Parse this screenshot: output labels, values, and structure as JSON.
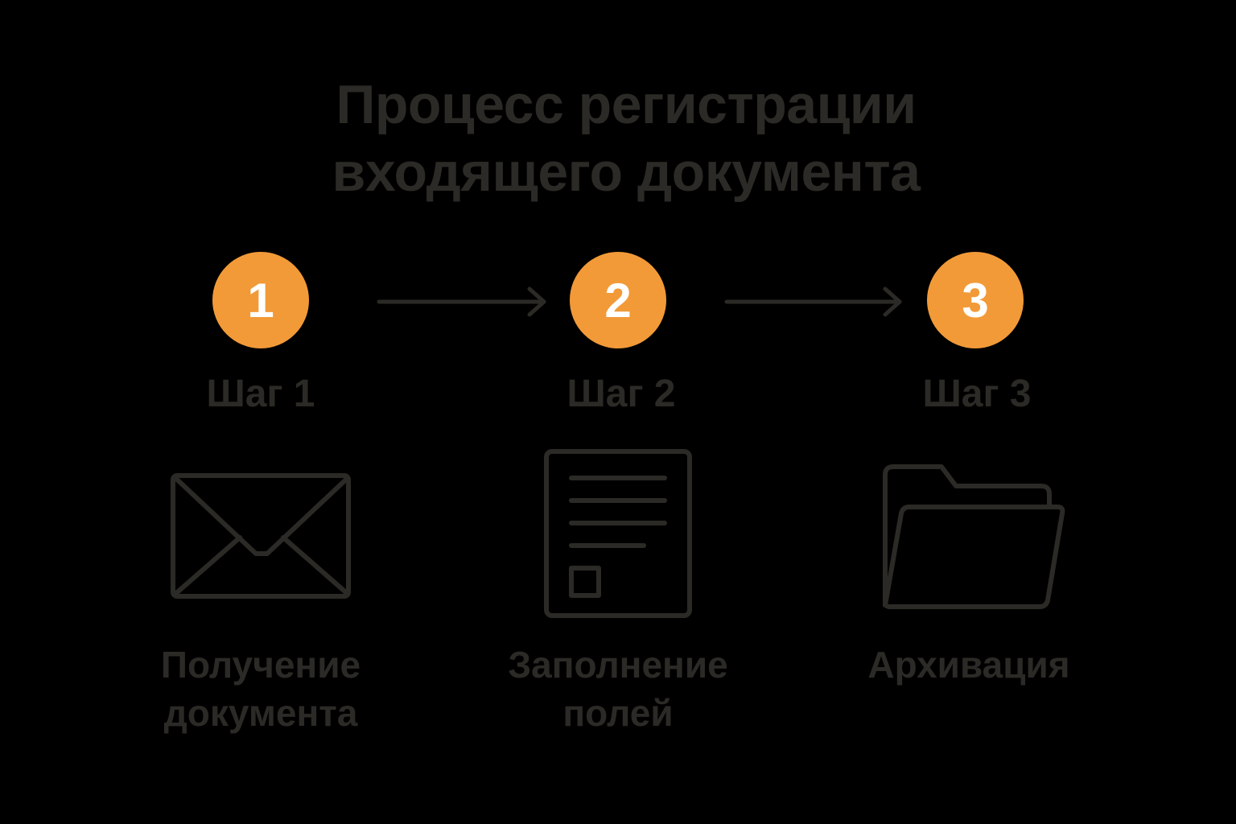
{
  "title": {
    "line1": "Процесс регистрации",
    "line2": "входящего документа"
  },
  "colors": {
    "background": "#000000",
    "accent": "#f29a38",
    "text": "#2b2a26",
    "lines": "#2b2a26"
  },
  "steps": [
    {
      "number": "1",
      "label": "Шаг 1",
      "icon": "envelope-icon",
      "caption_line1": "Получение",
      "caption_line2": "документа"
    },
    {
      "number": "2",
      "label": "Шаг 2",
      "icon": "document-icon",
      "caption_line1": "Заполнение",
      "caption_line2": "полей"
    },
    {
      "number": "3",
      "label": "Шаг 3",
      "icon": "folder-icon",
      "caption_line1": "Архивация",
      "caption_line2": ""
    }
  ]
}
